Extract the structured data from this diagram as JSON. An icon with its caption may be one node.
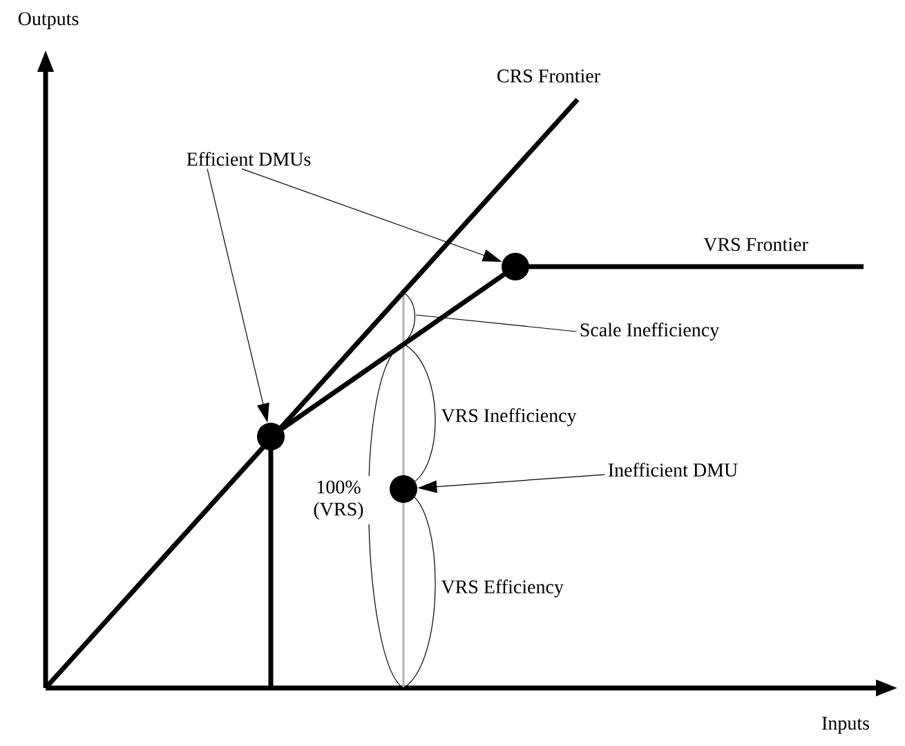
{
  "diagram": {
    "nodes": [
      {
        "text": [
          "Efficient DMUs"
        ]
      },
      {
        "text": [],
        "shape": "circle"
      },
      {
        "text": [],
        "shape": "circle"
      },
      {
        "text": [
          "Scale Inefficiency"
        ]
      },
      {
        "text": [
          "Inefficient DMU"
        ]
      },
      {
        "text": [],
        "shape": "circle"
      }
    ],
    "edges": [
      {
        "from": 0,
        "to": 1,
        "arrow": "to"
      },
      {
        "from": 0,
        "to": 2,
        "arrow": "to"
      },
      {
        "from": 3,
        "to": null,
        "arrow": "none"
      },
      {
        "from": 4,
        "to": 5,
        "arrow": "to"
      }
    ],
    "labels": [
      "Outputs",
      "CRS Frontier",
      "VRS Frontier",
      "VRS Inefficiency",
      "100% (VRS)",
      "VRS Efficiency",
      "Inputs"
    ]
  }
}
